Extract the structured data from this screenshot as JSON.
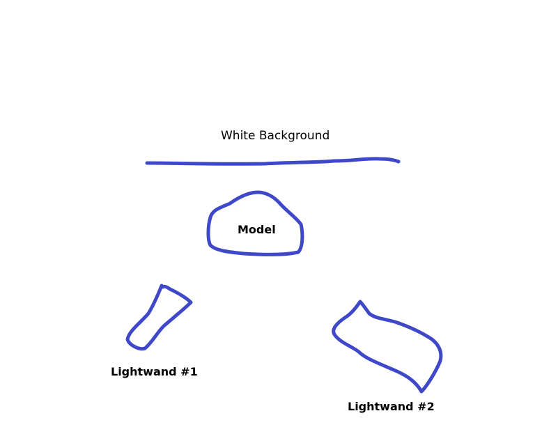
{
  "labels": {
    "background": "White Background",
    "model": "Model",
    "lightwand1": "Lightwand #1",
    "lightwand2": "Lightwand #2"
  },
  "colors": {
    "stroke": "#3f48c8",
    "background": "#ffffff"
  }
}
